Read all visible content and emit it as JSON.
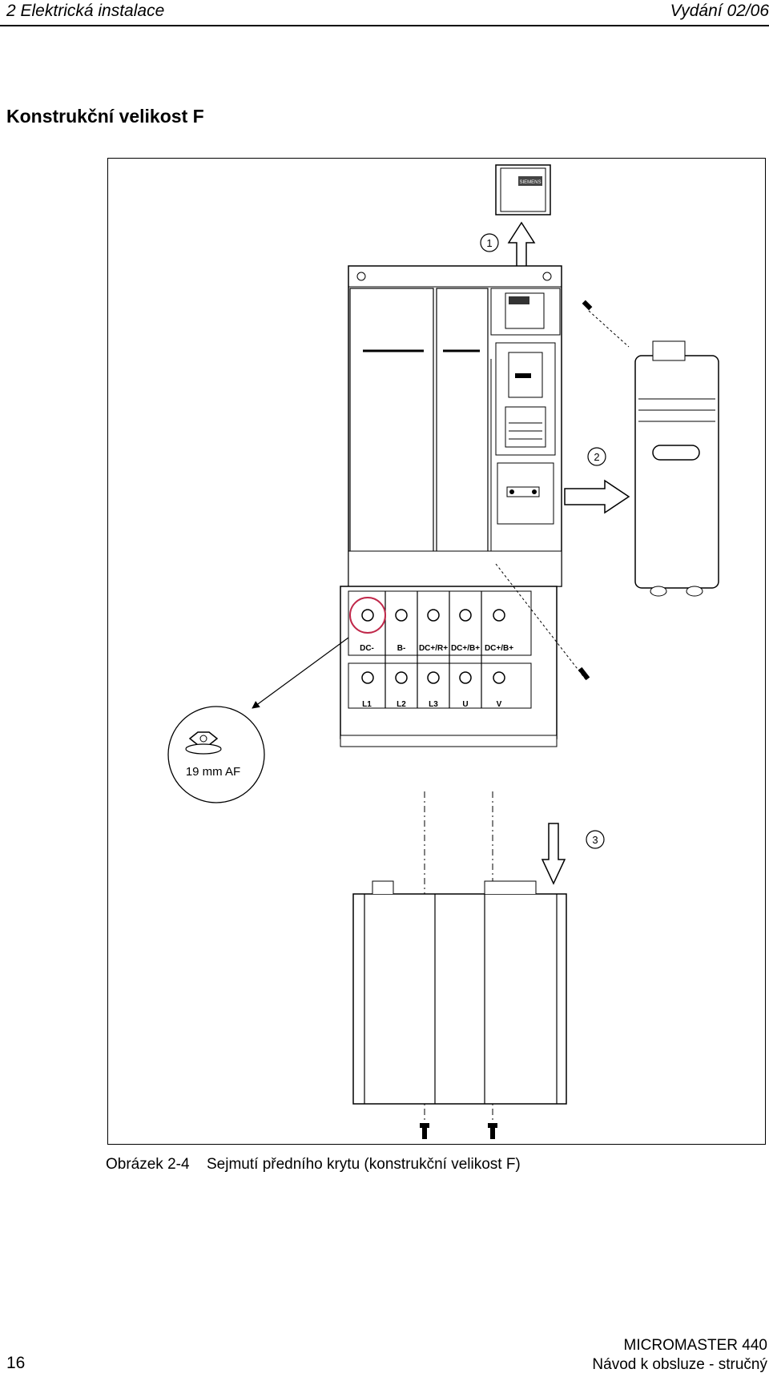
{
  "header": {
    "chapter": "2 Elektrická instalace",
    "edition": "Vydání 02/06"
  },
  "section": {
    "title": "Konstrukční velikost F"
  },
  "figure": {
    "callouts": [
      "1",
      "2",
      "3"
    ],
    "zoom_label": "19 mm AF",
    "terminals_top": [
      "DC-",
      "B-",
      "DC+/R+",
      "DC+/B+",
      "DC+/B+"
    ],
    "terminals_bottom": [
      "L1",
      "L2",
      "L3",
      "U",
      "V"
    ],
    "panel_brand": "SIEMENS"
  },
  "caption": {
    "number": "Obrázek 2-4",
    "text": "Sejmutí předního krytu (konstrukční velikost F)"
  },
  "footer": {
    "page": "16",
    "product": "MICROMASTER 440",
    "doc": "Návod k obsluze - stručný"
  }
}
